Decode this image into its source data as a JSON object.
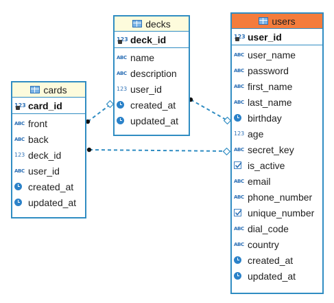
{
  "colors": {
    "border": "#2f8cc2",
    "header_default": "#fdfbdc",
    "header_selected": "#f47c3c",
    "connector": "#2f8cc2"
  },
  "tables": {
    "decks": {
      "name": "decks",
      "selected": false,
      "primary_key": {
        "name": "deck_id",
        "icon": "numeric-key-icon"
      },
      "columns": [
        {
          "name": "name",
          "icon": "text-icon"
        },
        {
          "name": "description",
          "icon": "text-icon"
        },
        {
          "name": "user_id",
          "icon": "numeric-icon"
        },
        {
          "name": "created_at",
          "icon": "clock-icon"
        },
        {
          "name": "updated_at",
          "icon": "clock-icon"
        }
      ]
    },
    "cards": {
      "name": "cards",
      "selected": false,
      "primary_key": {
        "name": "card_id",
        "icon": "numeric-key-icon"
      },
      "columns": [
        {
          "name": "front",
          "icon": "text-icon"
        },
        {
          "name": "back",
          "icon": "text-icon"
        },
        {
          "name": "deck_id",
          "icon": "numeric-icon"
        },
        {
          "name": "user_id",
          "icon": "text-icon"
        },
        {
          "name": "created_at",
          "icon": "clock-icon"
        },
        {
          "name": "updated_at",
          "icon": "clock-icon"
        }
      ]
    },
    "users": {
      "name": "users",
      "selected": true,
      "primary_key": {
        "name": "user_id",
        "icon": "numeric-key-icon"
      },
      "columns": [
        {
          "name": "user_name",
          "icon": "text-icon"
        },
        {
          "name": "password",
          "icon": "text-icon"
        },
        {
          "name": "first_name",
          "icon": "text-icon"
        },
        {
          "name": "last_name",
          "icon": "text-icon"
        },
        {
          "name": "birthday",
          "icon": "clock-icon"
        },
        {
          "name": "age",
          "icon": "numeric-icon"
        },
        {
          "name": "secret_key",
          "icon": "text-icon"
        },
        {
          "name": "is_active",
          "icon": "checkbox-icon"
        },
        {
          "name": "email",
          "icon": "text-icon"
        },
        {
          "name": "phone_number",
          "icon": "text-icon"
        },
        {
          "name": "unique_number",
          "icon": "checkbox-icon"
        },
        {
          "name": "dial_code",
          "icon": "text-icon"
        },
        {
          "name": "country",
          "icon": "text-icon"
        },
        {
          "name": "created_at",
          "icon": "clock-icon"
        },
        {
          "name": "updated_at",
          "icon": "clock-icon"
        }
      ]
    }
  },
  "relationships": [
    {
      "from": "cards",
      "to": "decks"
    },
    {
      "from": "decks",
      "to": "users"
    },
    {
      "from": "cards",
      "to": "users"
    }
  ]
}
